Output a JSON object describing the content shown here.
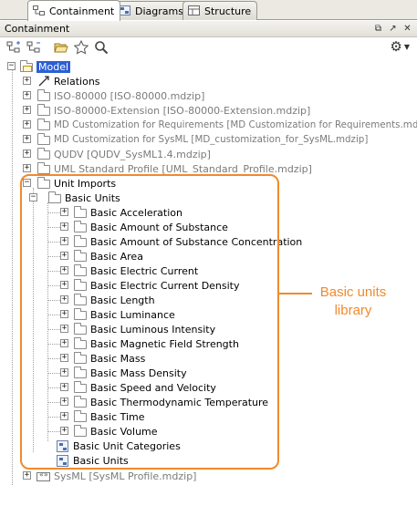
{
  "tabs": [
    {
      "label": "Containment",
      "active": true,
      "icon": "containment-tab-icon"
    },
    {
      "label": "Diagrams",
      "active": false,
      "icon": "diagrams-tab-icon"
    },
    {
      "label": "Structure",
      "active": false,
      "icon": "structure-tab-icon"
    }
  ],
  "panel": {
    "title": "Containment",
    "buttons": [
      "restore-icon",
      "pin-icon",
      "close-icon"
    ]
  },
  "toolbar": {
    "buttons": [
      "expand-all-icon",
      "collapse-all-icon",
      "open-folder-icon",
      "favorite-star-icon",
      "search-icon"
    ],
    "options": "gear-icon"
  },
  "tree": {
    "root": "Model",
    "top_items": [
      {
        "label": "Relations",
        "muted": false,
        "icon": "relations-icon"
      },
      {
        "label": "ISO-80000 [ISO-80000.mdzip]",
        "muted": true,
        "icon": "used-package-icon"
      },
      {
        "label": "ISO-80000-Extension [ISO-80000-Extension.mdzip]",
        "muted": true,
        "icon": "used-package-icon"
      },
      {
        "label": "MD Customization for Requirements [MD Customization for Requirements.mdzip]",
        "muted": true,
        "icon": "used-package-icon"
      },
      {
        "label": "MD Customization for SysML [MD_customization_for_SysML.mdzip]",
        "muted": true,
        "icon": "used-package-icon"
      },
      {
        "label": "QUDV [QUDV_SysML1.4.mdzip]",
        "muted": true,
        "icon": "used-package-icon"
      },
      {
        "label": "UML Standard Profile [UML_Standard_Profile.mdzip]",
        "muted": true,
        "icon": "used-package-icon"
      }
    ],
    "unit_imports": {
      "label": "Unit Imports",
      "basic_units": {
        "label": "Basic Units",
        "children": [
          "Basic Acceleration",
          "Basic Amount of Substance",
          "Basic Amount of Substance Concentration",
          "Basic Area",
          "Basic Electric Current",
          "Basic Electric Current Density",
          "Basic Length",
          "Basic Luminance",
          "Basic Luminous Intensity",
          "Basic Magnetic Field Strength",
          "Basic Mass",
          "Basic Mass Density",
          "Basic Speed and Velocity",
          "Basic Thermodynamic Temperature",
          "Basic Time",
          "Basic Volume"
        ]
      },
      "diagrams": [
        "Basic Unit Categories",
        "Basic Units"
      ]
    },
    "last_item": {
      "label": "SysML [SysML Profile.mdzip]",
      "muted": true,
      "icon": "profile-icon"
    }
  },
  "callout": {
    "line1": "Basic units",
    "line2": "library",
    "color": "#f08a2c"
  },
  "colors": {
    "selection": "#2c5fd3",
    "muted_text": "#7b7b7b"
  }
}
